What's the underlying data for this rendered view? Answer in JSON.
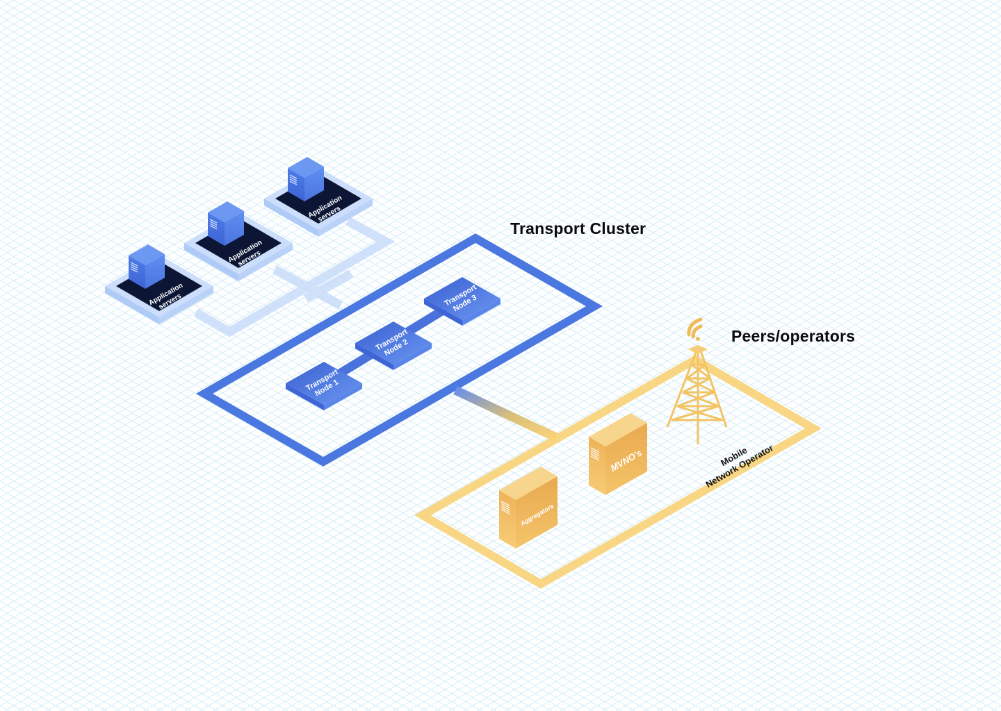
{
  "headings": {
    "transport_cluster": "Transport Cluster",
    "peers_operators": "Peers/operators"
  },
  "application_servers": [
    {
      "line1": "Application",
      "line2": "servers"
    },
    {
      "line1": "Application",
      "line2": "servers"
    },
    {
      "line1": "Application",
      "line2": "servers"
    }
  ],
  "transport_nodes": [
    {
      "line1": "Transport",
      "line2": "Node 1"
    },
    {
      "line1": "Transport",
      "line2": "Node 2"
    },
    {
      "line1": "Transport",
      "line2": "Node 3"
    }
  ],
  "peers": {
    "aggregators": "Aggregators",
    "mvnos": "MVNO's",
    "mno_line1": "Mobile",
    "mno_line2": "Network Operator"
  },
  "colors": {
    "grid": "#d6eef8",
    "blue_accent": "#4a78e0",
    "blue_light": "#c9dcfa",
    "navy": "#0c1634",
    "gold": "#f6c55a",
    "gold_light": "#fbdc8e"
  }
}
